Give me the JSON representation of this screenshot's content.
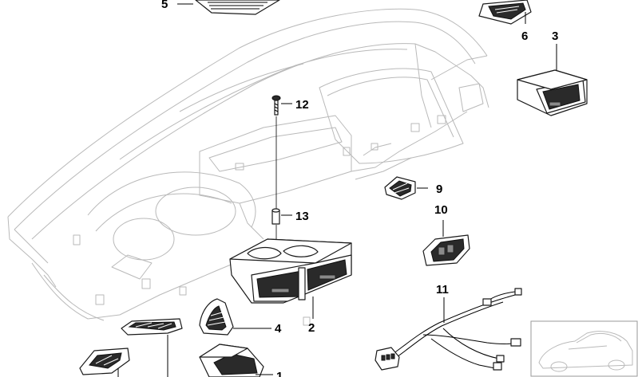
{
  "diagram": {
    "callouts": [
      {
        "id": "1",
        "label": "1"
      },
      {
        "id": "2",
        "label": "2"
      },
      {
        "id": "3",
        "label": "3"
      },
      {
        "id": "4",
        "label": "4"
      },
      {
        "id": "5",
        "label": "5"
      },
      {
        "id": "6",
        "label": "6"
      },
      {
        "id": "9",
        "label": "9"
      },
      {
        "id": "10",
        "label": "10"
      },
      {
        "id": "11",
        "label": "11"
      },
      {
        "id": "12",
        "label": "12"
      },
      {
        "id": "13",
        "label": "13"
      }
    ],
    "colors": {
      "ink": "#1a1a1a",
      "dashboard_outline": "#b9b9b9",
      "thumbnail_border": "#9a9a9a",
      "background": "#ffffff"
    }
  }
}
